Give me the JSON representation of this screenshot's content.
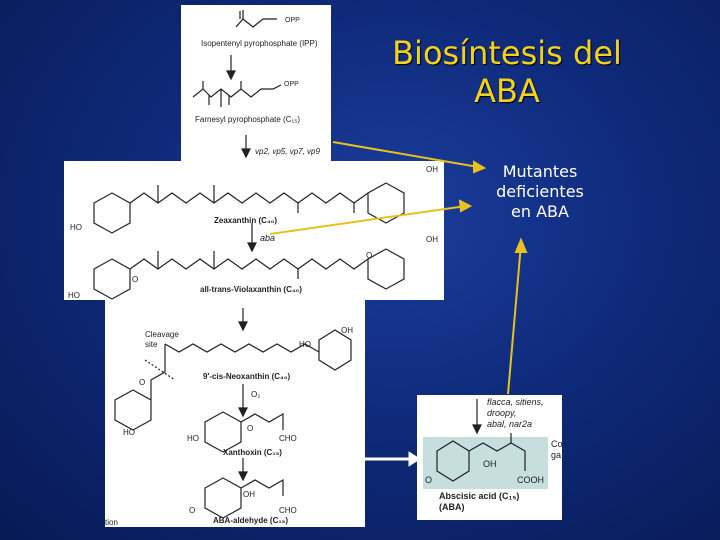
{
  "title_line1": "Biosíntesis del",
  "title_line2": "ABA",
  "mutants_label": [
    "Mutantes",
    "deficientes",
    "en ABA"
  ],
  "pathway": {
    "ipp": "Isopentenyl pyrophosphate (IPP)",
    "opp1": "OPP",
    "opp2": "OPP",
    "farnesyl": "Farnesyl pyrophosphate (C₁₅)",
    "vp_mutants": "vp2, vp5, vp7, vp9",
    "zeaxanthin": "Zeaxanthin (C₄₀)",
    "aba_mutant": "aba",
    "violaxanthin": "all-trans-Violaxanthin (C₄₀)",
    "cleavage": "Cleavage",
    "site": "site",
    "neoxanthin": "9′-cis-Neoxanthin (C₄₀)",
    "o2": "O₂",
    "xanthoxin": "Xanthoxin (C₁₅)",
    "aba_aldehyde": "ABA-aldehyde (C₁₅)",
    "flacca_mutants": [
      "flacca, sitiens,",
      "droopy,",
      "abal, nar2a"
    ],
    "abscisic": "Abscisic acid (C₁₅)",
    "aba_abbrev": "(ABA)",
    "ho": "HO",
    "oh": "OH",
    "cho": "CHO",
    "cooh": "COOH",
    "o_atom": "O",
    "side_co": "Co",
    "side_ga": "ga",
    "tion": "tion"
  },
  "colors": {
    "title": "#f2d21b",
    "arrow": "#e8c11c",
    "connector": "#ffffff",
    "background": "#0f2a7a",
    "aba_highlight": "#c7dede"
  }
}
